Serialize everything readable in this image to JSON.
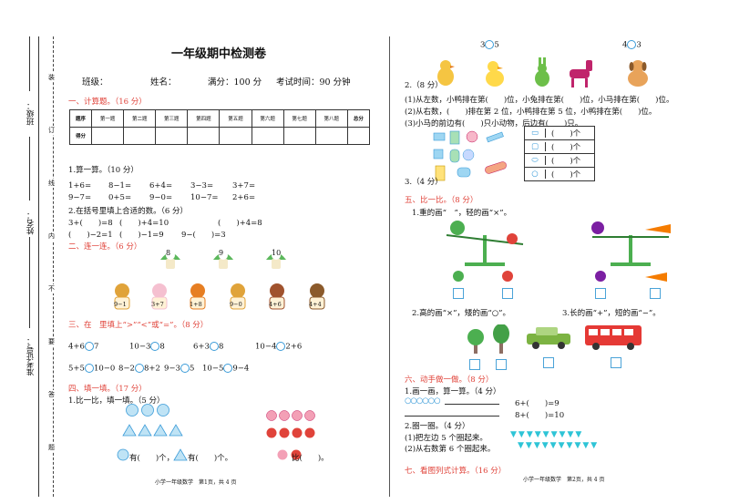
{
  "title": "一年级期中检测卷",
  "info": {
    "class_label": "班级：",
    "name_label": "姓名：",
    "score_label": "满分：100 分",
    "time_label": "考试时间：90 分钟"
  },
  "binding": {
    "class": "班级：",
    "name": "姓名：",
    "exam_no": "准考证号：",
    "seal_chars": [
      "装",
      "订",
      "线",
      "内",
      "不",
      "要",
      "答",
      "题"
    ]
  },
  "section1": {
    "title": "一、计算题。（16 分）",
    "table_headers": [
      "题序",
      "第一题",
      "第二题",
      "第三题",
      "第四题",
      "第五题",
      "第六题",
      "第七题",
      "第八题",
      "总分"
    ],
    "table_score_label": "得分",
    "q1": "1.算一算。（10 分）",
    "row1": [
      "1+6=",
      "8−1=",
      "6+4=",
      "3−3=",
      "3+7="
    ],
    "row2": [
      "9−7=",
      "0+5=",
      "9−0=",
      "10−7=",
      "2+6="
    ],
    "q2": "2.在括号里填上合适的数。（6 分）",
    "row3": [
      "3+(　　)=8",
      "(　　)+4=10",
      "(　　)+4=8"
    ],
    "row4": [
      "(　　)−2=1",
      "(　　)−1=9",
      "9−(　　)=3"
    ]
  },
  "section2": {
    "title": "二、连一连。（6 分）",
    "mushrooms": [
      "8",
      "9",
      "10"
    ],
    "animals": [
      "9−1",
      "3+7",
      "1+8",
      "9−0",
      "4+6",
      "4+4"
    ]
  },
  "section3": {
    "title": "三、在　里填上“>”“<”或“=”。（8 分）",
    "row1": [
      "4+6",
      "7",
      "10−3",
      "8",
      "6+3",
      "8",
      "10−4",
      "2+6"
    ],
    "row2": [
      "5+5",
      "10−0",
      "8−2",
      "8+2",
      "9−3",
      "5",
      "10−5",
      "9−4"
    ]
  },
  "section4": {
    "title": "四、填一填。（17 分）",
    "q1": "1.比一比，填一填。（5 分）",
    "circle_text": "有(　　)个，",
    "triangle_text": "有(　　)个。",
    "peach_text": "比(　　)。"
  },
  "footer_left": "小学一年级数学　第1页，共 4 页",
  "right": {
    "compare_top": [
      "3",
      "5",
      "4",
      "3"
    ],
    "q2": "2.（8 分）",
    "q2_lines": [
      "(1)从左数，小鸭排在第(　　)位，小兔排在第(　　)位，小马排在第(　　)位。",
      "(2)从右数，(　　)排在第 2 位，小鸭排在第 5 位，小鸭排在第(　　)位。",
      "(3)小马的前边有(　　)只小动物，后边有(　　)只。"
    ],
    "shape_rows": [
      "(　　)个",
      "(　　)个",
      "(　　)个",
      "(　　)个"
    ],
    "q3": "3.（4 分）",
    "section5": {
      "title": "五、比一比。（8 分）",
      "q1": "1.重的画“　”，轻的画“×”。",
      "q2": "2.高的画“×”，矮的画“○”。",
      "q3": "3.长的画“+”，短的画“−”。"
    },
    "section6": {
      "title": "六、动手做一做。（8 分）",
      "q1": "1.画一画，算一算。（4 分）",
      "eq1": "6+(　　)=9",
      "eq2": "8+(　　)=10",
      "q2": "2.圈一圈。（4 分）",
      "q2a": "(1)把左边 5 个圈起来。",
      "q2b": "(2)从右数第 6 个圈起来。"
    },
    "section7": {
      "title": "七、看图列式计算。（16 分）"
    },
    "footer": "小学一年级数学　第2页，共 4 页"
  },
  "colors": {
    "accent_red": "#e0433a",
    "blue": "#3a9bd8",
    "green": "#4caf50"
  }
}
